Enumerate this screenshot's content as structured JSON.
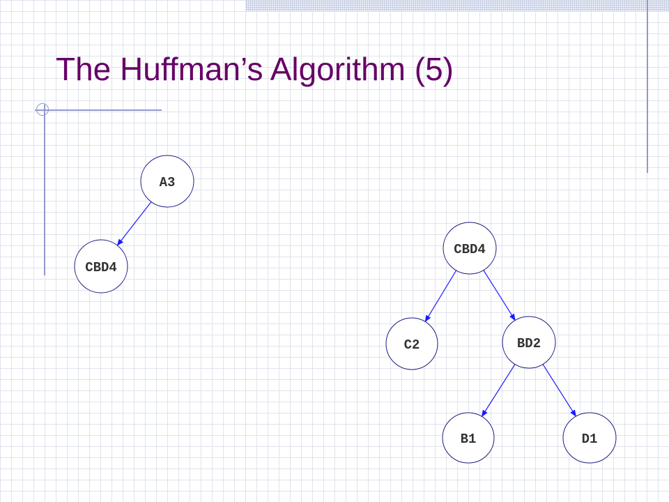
{
  "slide": {
    "title": "The Huffman’s Algorithm (5)"
  },
  "diagram": {
    "nodes": [
      {
        "id": "a3",
        "label": "A3"
      },
      {
        "id": "cbd4-left",
        "label": "CBD4"
      },
      {
        "id": "cbd4-right",
        "label": "CBD4"
      },
      {
        "id": "c2",
        "label": "C2"
      },
      {
        "id": "bd2",
        "label": "BD2"
      },
      {
        "id": "b1",
        "label": "B1"
      },
      {
        "id": "d1",
        "label": "D1"
      }
    ],
    "edges": [
      {
        "from": "a3",
        "to": "cbd4-left"
      },
      {
        "from": "cbd4-right",
        "to": "c2"
      },
      {
        "from": "cbd4-right",
        "to": "bd2"
      },
      {
        "from": "bd2",
        "to": "b1"
      },
      {
        "from": "bd2",
        "to": "d1"
      }
    ]
  },
  "colors": {
    "title": "#660066",
    "edge": "#1a1aff",
    "node_border": "#1a1a80",
    "node_fill": "#ffffff",
    "node_text": "#333333",
    "grid": "#dfe3ec",
    "accent_rule": "#8f99cc"
  }
}
